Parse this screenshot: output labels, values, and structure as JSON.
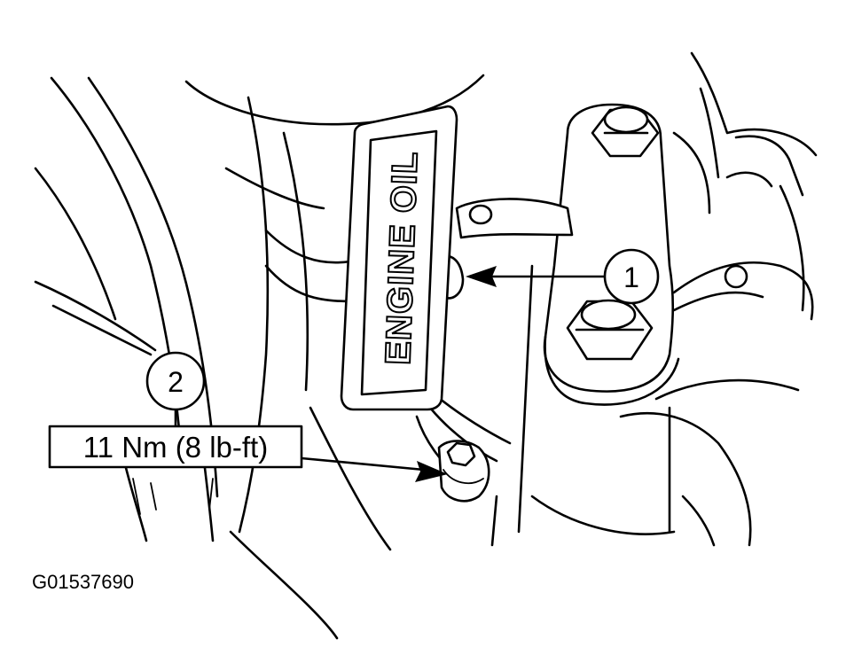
{
  "diagram": {
    "dipstick_label": "ENGINE OIL",
    "callouts": [
      {
        "number": "1"
      },
      {
        "number": "2"
      }
    ],
    "torque_spec": "11 Nm (8 lb-ft)",
    "figure_id": "G01537690"
  }
}
